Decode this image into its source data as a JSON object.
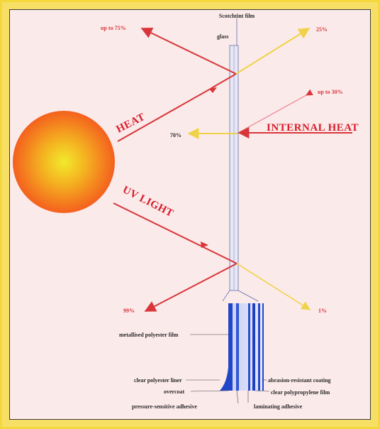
{
  "colors": {
    "heat_red": "#d8363a",
    "transmitted_yellow": "#f0d24a",
    "sun_outer": "#f4601e",
    "sun_inner": "#f2ea2c",
    "film_blue": "#2047c8",
    "panel_background": "#fbeaea"
  },
  "labels": {
    "scotchtint_film": "Scotchtint film",
    "glass": "glass",
    "up_to_75": "up to 75%",
    "pct_25": "25%",
    "heat": "HEAT",
    "up_to_30": "up to 30%",
    "pct_70": "70%",
    "internal_heat": "INTERNAL HEAT",
    "uv_light": "UV LIGHT",
    "pct_99": "99%",
    "pct_1": "1%"
  },
  "layers": {
    "metallised_polyester_film": "metallised polyester film",
    "clear_polyester_liner": "clear polyester liner",
    "overcoat": "overcoat",
    "pressure_sensitive_adhesive": "pressure-sensitive adhesive",
    "abrasion_resistant_coating": "abrasion-resistant coating",
    "clear_polypropylene_film": "clear polypropylene film",
    "laminating_adhesive": "laminating adhesive"
  }
}
